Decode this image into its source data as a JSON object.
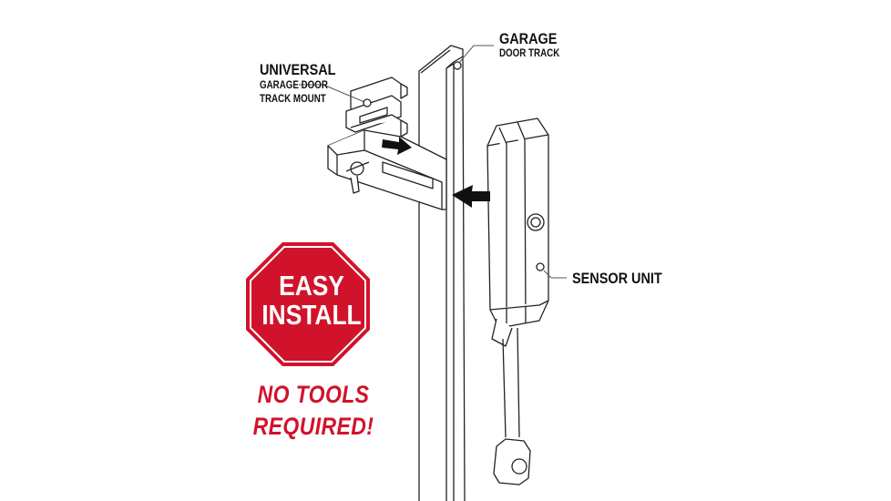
{
  "labels": {
    "track_title": "GARAGE",
    "track_sub": "DOOR TRACK",
    "mount_title": "UNIVERSAL",
    "mount_sub1": "GARAGE DOOR",
    "mount_sub2": "TRACK MOUNT",
    "sensor": "SENSOR UNIT"
  },
  "badge": {
    "line1": "EASY",
    "line2": "INSTALL",
    "color": "#d0132b"
  },
  "tagline": {
    "line1": "NO TOOLS",
    "line2": "REQUIRED!"
  }
}
